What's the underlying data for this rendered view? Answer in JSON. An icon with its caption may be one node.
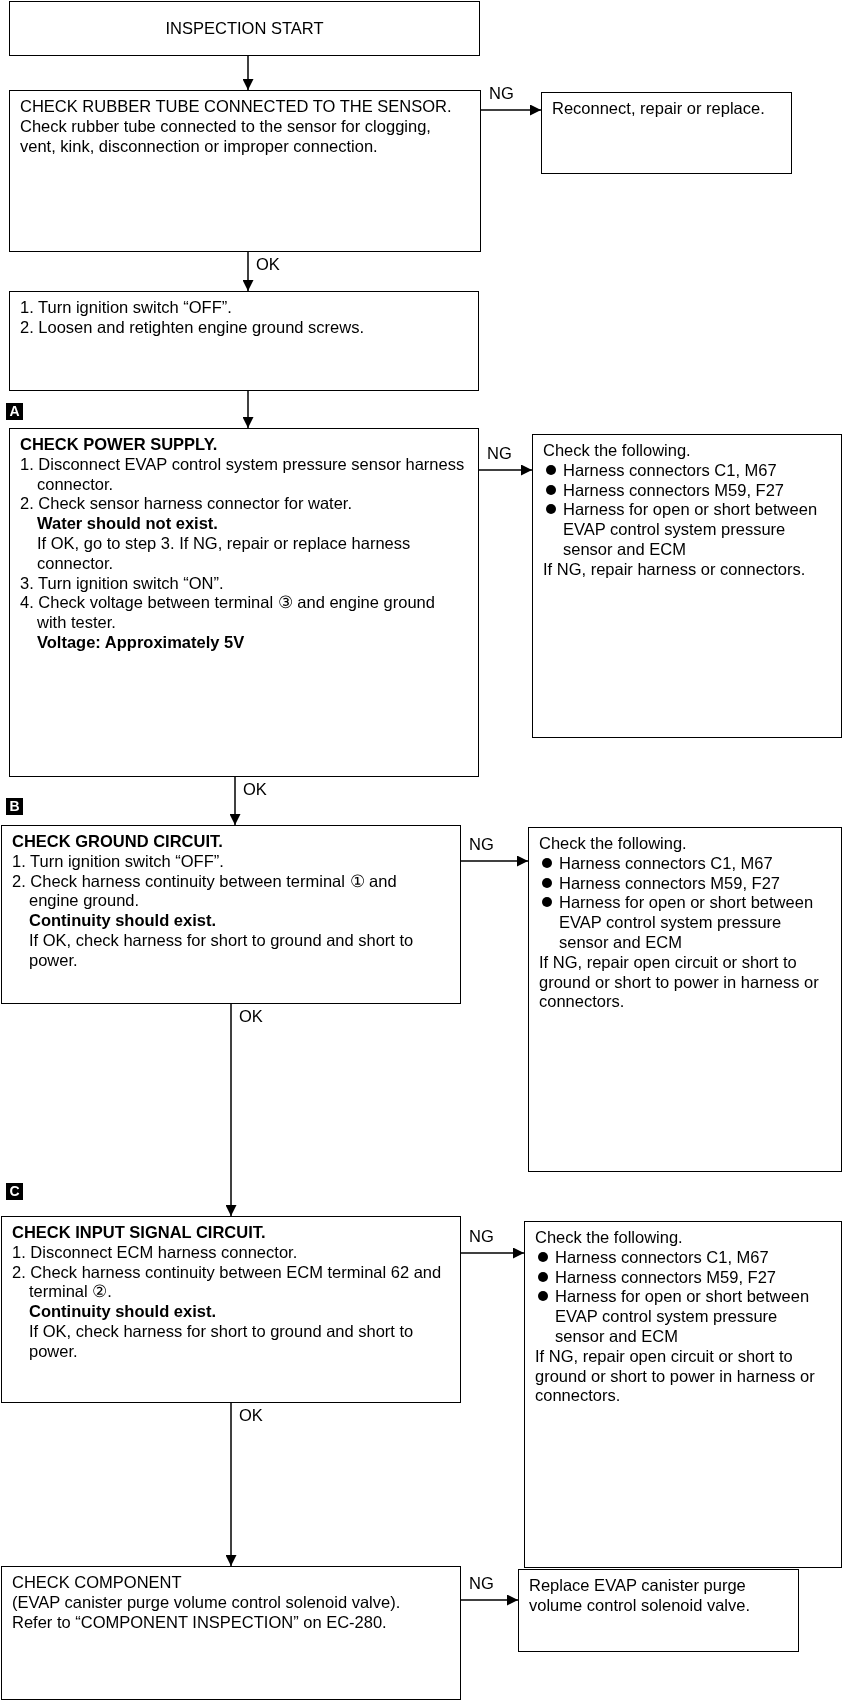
{
  "diagram": {
    "nodes": [
      {
        "text": [
          "INSPECTION START"
        ]
      },
      {
        "text": [
          "CHECK RUBBER TUBE CONNECTED TO THE SENSOR.",
          "Check rubber tube connected to the sensor for clogging, vent, kink, disconnection or improper connection."
        ]
      },
      {
        "text": [
          "Reconnect, repair or replace."
        ]
      },
      {
        "text": [
          "1. Turn ignition switch “OFF”.",
          "2. Loosen and retighten engine ground screws."
        ]
      },
      {
        "text": [
          "**CHECK POWER SUPPLY.**",
          "1. Disconnect EVAP control system pressure sensor harness connector.",
          "2. Check sensor harness connector for water.",
          "**Water should not exist.**",
          "If OK, go to step 3. If NG, repair or replace harness connector.",
          "3. Turn ignition switch “ON”.",
          "4. Check voltage between terminal ③ and engine ground with tester.",
          "**Voltage: Approximately 5V**"
        ]
      },
      {
        "text": [
          "Check the following.",
          "Harness connectors C1, M67",
          "Harness connectors M59, F27",
          "Harness for open or short between EVAP control system pressure sensor and ECM",
          "If NG, repair harness or connectors."
        ]
      },
      {
        "text": [
          "**CHECK GROUND CIRCUIT.**",
          "1. Turn ignition switch “OFF”.",
          "2. Check harness continuity between terminal ① and engine ground.",
          "**Continuity should exist.**",
          "If OK, check harness for short to ground and short to power."
        ]
      },
      {
        "text": [
          "Check the following.",
          "Harness connectors C1, M67",
          "Harness connectors M59, F27",
          "Harness for open or short between EVAP control system pressure sensor and ECM",
          "If NG, repair open circuit or short to ground or short to power in harness or connectors."
        ]
      },
      {
        "text": [
          "**CHECK INPUT SIGNAL CIRCUIT.**",
          "1. Disconnect ECM harness connector.",
          "2. Check harness continuity between ECM terminal 62 and terminal ②.",
          "**Continuity should exist.**",
          "If OK, check harness for short to ground and short to power."
        ]
      },
      {
        "text": [
          "Check the following.",
          "Harness connectors C1, M67",
          "Harness connectors M59, F27",
          "Harness for open or short between EVAP control system pressure sensor and ECM",
          "If NG, repair open circuit or short to ground or short to power in harness or connectors."
        ]
      },
      {
        "text": [
          "CHECK COMPONENT",
          "(EVAP canister purge volume control solenoid valve).",
          "Refer to “COMPONENT INSPECTION” on EC-280."
        ]
      },
      {
        "text": [
          "Replace EVAP canister purge volume control solenoid valve."
        ]
      }
    ],
    "edges": [
      {
        "from": 0,
        "to": 1,
        "arrow": "to"
      },
      {
        "from": 1,
        "to": 2,
        "arrow": "to",
        "label": "NG"
      },
      {
        "from": 1,
        "to": 3,
        "arrow": "to",
        "label": "OK"
      },
      {
        "from": 3,
        "to": 4,
        "arrow": "to"
      },
      {
        "from": 4,
        "to": 5,
        "arrow": "to",
        "label": "NG"
      },
      {
        "from": 4,
        "to": 6,
        "arrow": "to",
        "label": "OK"
      },
      {
        "from": 6,
        "to": 7,
        "arrow": "to",
        "label": "NG"
      },
      {
        "from": 6,
        "to": 8,
        "arrow": "to",
        "label": "OK"
      },
      {
        "from": 8,
        "to": 9,
        "arrow": "to",
        "label": "NG"
      },
      {
        "from": 8,
        "to": 10,
        "arrow": "to",
        "label": "OK"
      },
      {
        "from": 10,
        "to": 11,
        "arrow": "to",
        "label": "NG"
      }
    ],
    "labels": [
      "A",
      "B",
      "C"
    ]
  }
}
